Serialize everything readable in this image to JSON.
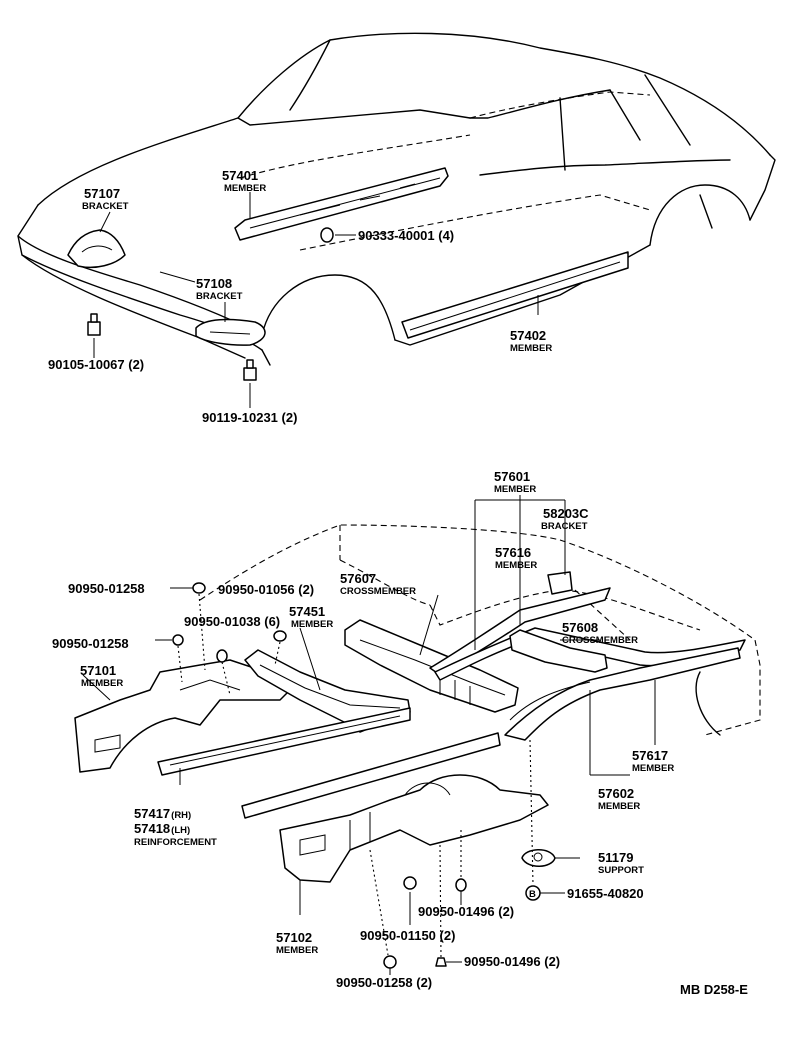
{
  "drawing_id": "MB D258-E",
  "upper": {
    "p57401": {
      "number": "57401",
      "name": "MEMBER"
    },
    "p57107": {
      "number": "57107",
      "name": "BRACKET"
    },
    "p57108": {
      "number": "57108",
      "name": "BRACKET"
    },
    "p57402": {
      "number": "57402",
      "name": "MEMBER"
    },
    "f90333": "90333-40001 (4)",
    "f90105": "90105-10067 (2)",
    "f90119": "90119-10231 (2)"
  },
  "lower": {
    "p57601": {
      "number": "57601",
      "name": "MEMBER"
    },
    "p58203": {
      "number": "58203C",
      "name": "BRACKET"
    },
    "p57616": {
      "number": "57616",
      "name": "MEMBER"
    },
    "p57607": {
      "number": "57607",
      "name": "CROSSMEMBER"
    },
    "p57451": {
      "number": "57451",
      "name": "MEMBER"
    },
    "p57608": {
      "number": "57608",
      "name": "CROSSMEMBER"
    },
    "p57101": {
      "number": "57101",
      "name": "MEMBER"
    },
    "p57417": {
      "number": "57417",
      "suffix": "(RH)"
    },
    "p57418": {
      "number": "57418",
      "suffix": "(LH)",
      "name": "REINFORCEMENT"
    },
    "p57617": {
      "number": "57617",
      "name": "MEMBER"
    },
    "p57602": {
      "number": "57602",
      "name": "MEMBER"
    },
    "p57102": {
      "number": "57102",
      "name": "MEMBER"
    },
    "p51179": {
      "number": "51179",
      "name": "SUPPORT"
    },
    "f90950_01258_a": "90950-01258",
    "f90950_01056": "90950-01056 (2)",
    "f90950_01038": "90950-01038 (6)",
    "f90950_01258_b": "90950-01258",
    "f91655": "91655-40820",
    "f90950_01496_a": "90950-01496 (2)",
    "f90950_01150": "90950-01150 (2)",
    "f90950_01496_b": "90950-01496 (2)",
    "f90950_01258_c": "90950-01258 (2)"
  }
}
